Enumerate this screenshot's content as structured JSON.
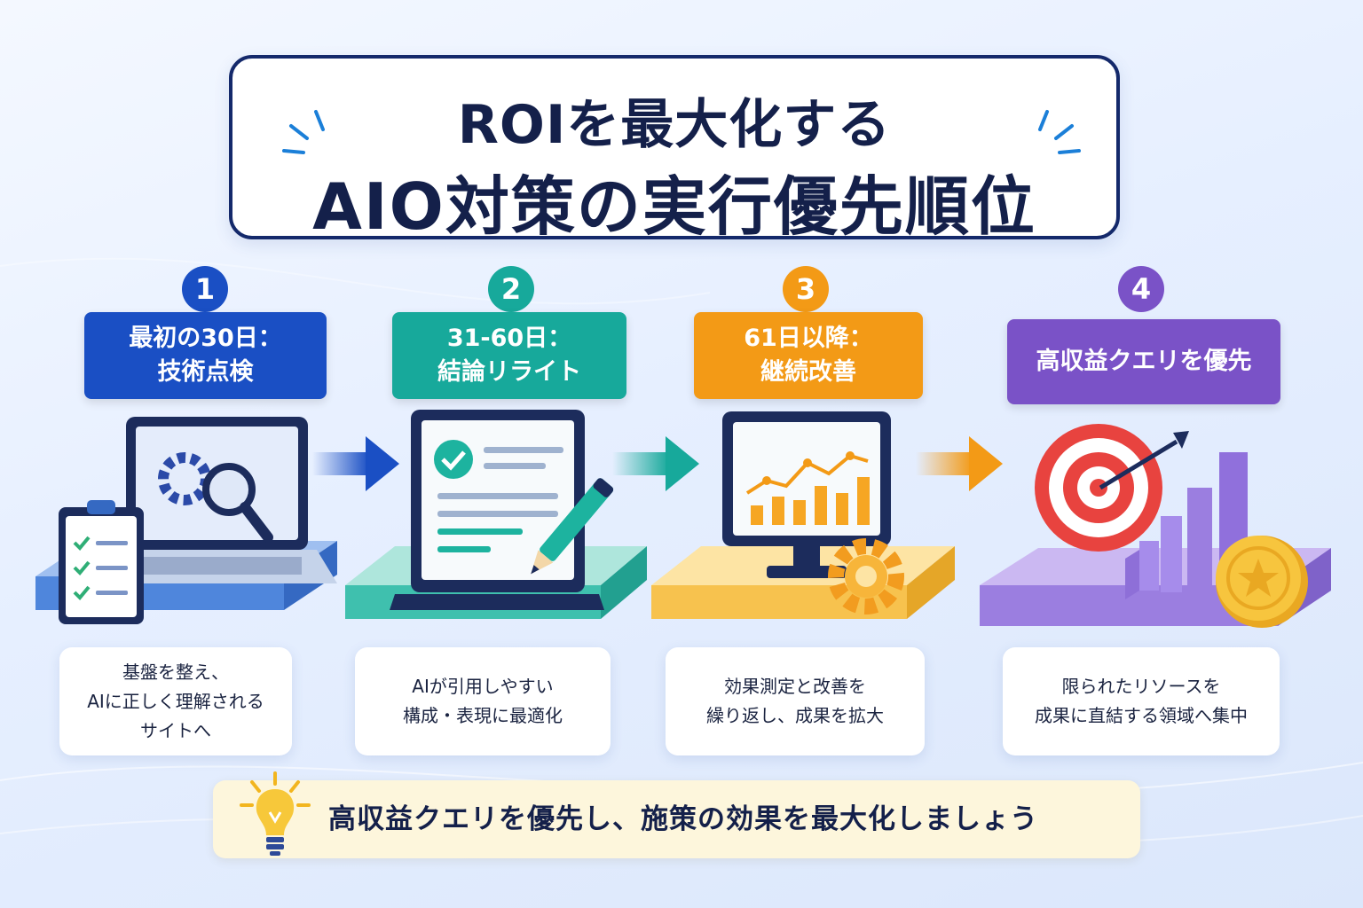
{
  "title": {
    "line1": "ROIを最大化する",
    "line2": "AIO対策の実行優先順位"
  },
  "steps": [
    {
      "number": "1",
      "label_lines": [
        "最初の30日：",
        "技術点検"
      ],
      "desc_lines": [
        "基盤を整え、",
        "AIに正しく理解される",
        "サイトへ"
      ],
      "color": "#1a4fc4"
    },
    {
      "number": "2",
      "label_lines": [
        "31-60日：",
        "結論リライト"
      ],
      "desc_lines": [
        "AIが引用しやすい",
        "構成・表現に最適化"
      ],
      "color": "#17a99b"
    },
    {
      "number": "3",
      "label_lines": [
        "61日以降：",
        "継続改善"
      ],
      "desc_lines": [
        "効果測定と改善を",
        "繰り返し、成果を拡大"
      ],
      "color": "#f39a16"
    },
    {
      "number": "4",
      "label_lines": [
        "高収益クエリを優先"
      ],
      "desc_lines": [
        "限られたリソースを",
        "成果に直結する領域へ集中"
      ],
      "color": "#7a52c7"
    }
  ],
  "banner": {
    "text": "高収益クエリを優先し、施策の効果を最大化しましょう"
  }
}
